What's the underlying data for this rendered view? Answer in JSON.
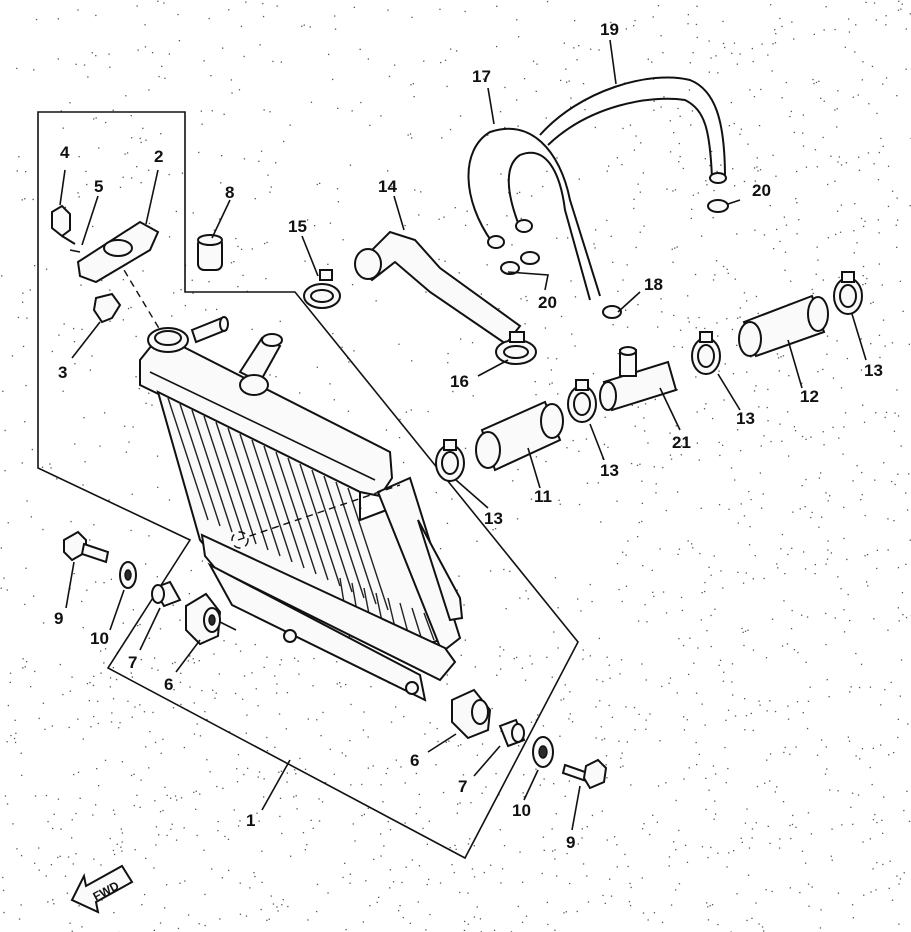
{
  "callouts": {
    "c1": "1",
    "c2": "2",
    "c3": "3",
    "c4": "4",
    "c5": "5",
    "c6a": "6",
    "c6b": "6",
    "c7a": "7",
    "c7b": "7",
    "c8": "8",
    "c9a": "9",
    "c9b": "9",
    "c10a": "10",
    "c10b": "10",
    "c11": "11",
    "c12": "12",
    "c13a": "13",
    "c13b": "13",
    "c13c": "13",
    "c13d": "13",
    "c14": "14",
    "c15": "15",
    "c16": "16",
    "c17": "17",
    "c18": "18",
    "c19": "19",
    "c20a": "20",
    "c20b": "20",
    "c21": "21"
  },
  "fwd_label": "FWD"
}
